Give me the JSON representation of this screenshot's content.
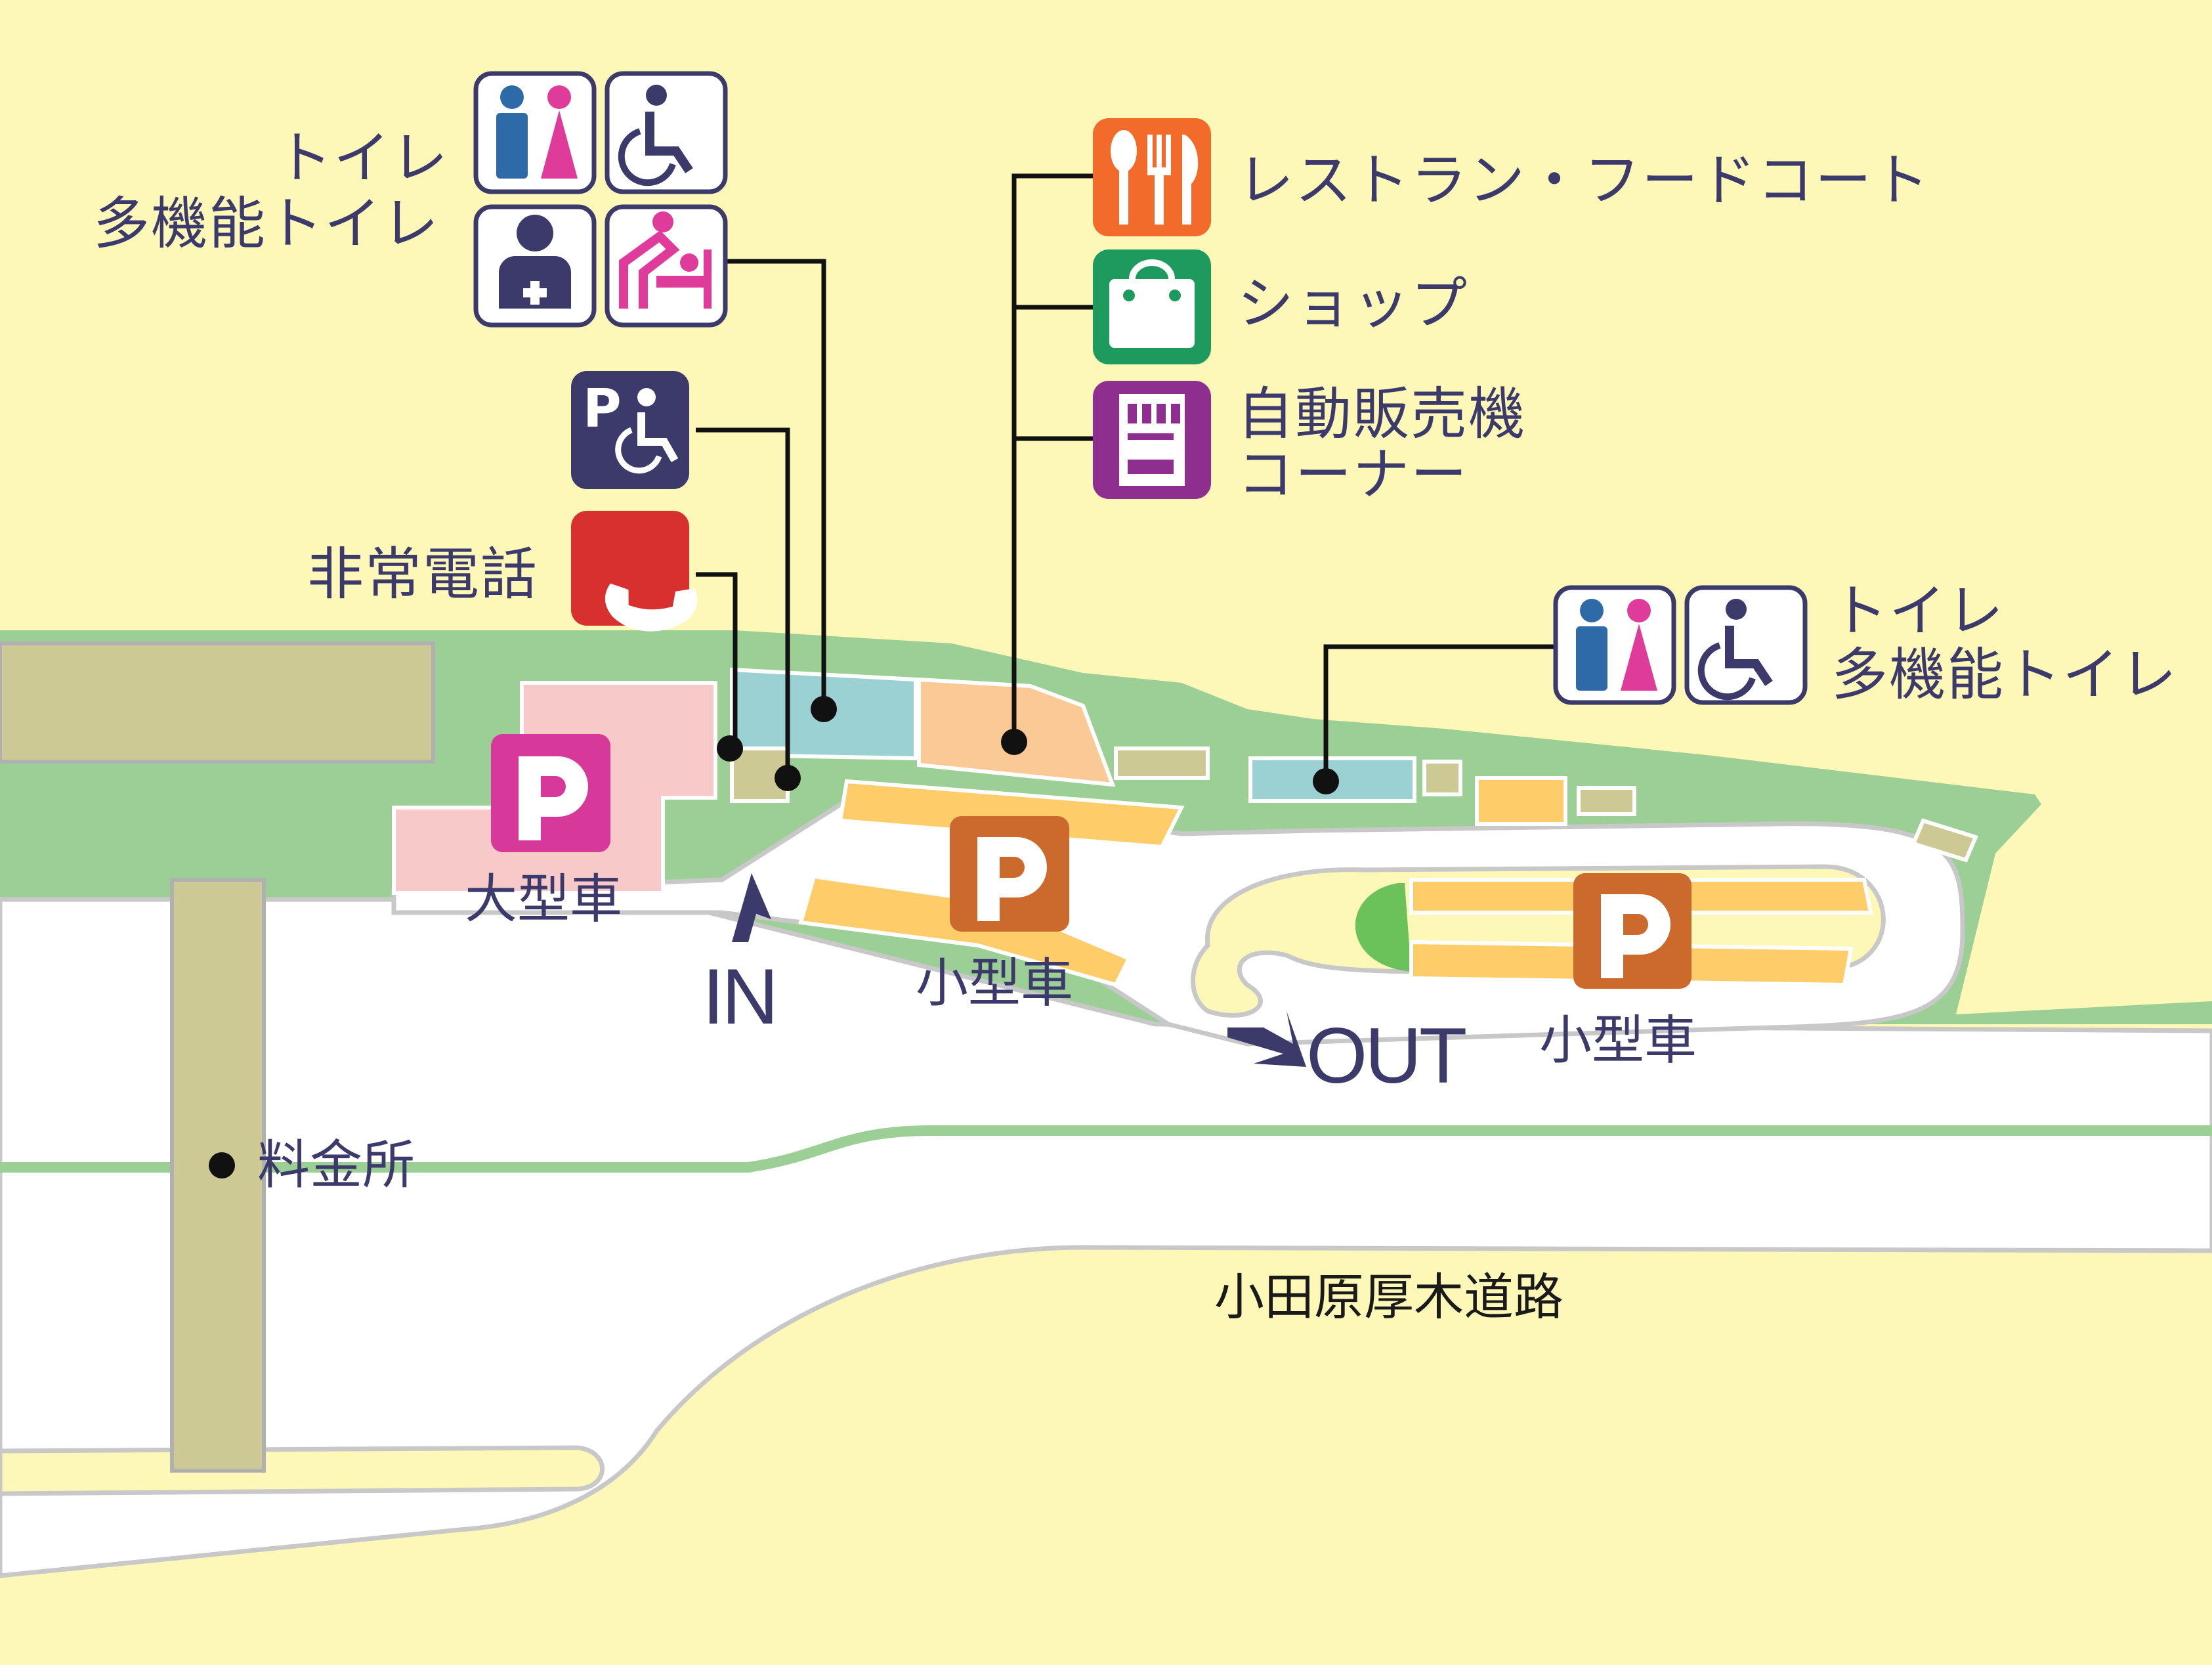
{
  "map": {
    "road_name": "小田原厚木道路",
    "tollgate": "料金所",
    "entrance": "IN",
    "exit": "OUT"
  },
  "parking": {
    "large_vehicles": "大型車",
    "small_vehicles_center": "小型車",
    "small_vehicles_east": "小型車",
    "p_symbol": "P"
  },
  "legend": {
    "toilet_group_west": {
      "line1": "トイレ",
      "line2": "多機能トイレ"
    },
    "toilet_group_east": {
      "line1": "トイレ",
      "line2": "多機能トイレ"
    },
    "restaurant": "レストラン・フードコート",
    "shop": "ショップ",
    "vending": {
      "line1": "自動販売機",
      "line2": "コーナー"
    },
    "emergency_phone": "非常電話"
  },
  "icons": {
    "toilet": "restroom-icon",
    "accessible_toilet": "wheelchair-icon",
    "first_aid": "first-aid-icon",
    "baby_changing": "baby-changing-icon",
    "accessible_parking": "accessible-parking-icon",
    "phone": "emergency-phone-icon",
    "restaurant": "fork-knife-spoon-icon",
    "shop": "shopping-bag-icon",
    "vending": "vending-machine-icon"
  },
  "colors": {
    "background": "#fdf7b8",
    "green_area": "#9ccf96",
    "road": "#ffffff",
    "road_edge": "#c8c8c8",
    "navy": "#3b3a6b",
    "large_parking": "#e23e96",
    "small_parking": "#cc6a2e",
    "restaurant": "#f26b2a",
    "shop": "#1f9a5e",
    "vending": "#8e2f8f",
    "phone": "#d8302f",
    "toilet_male": "#2f6aa8",
    "toilet_female": "#df3b9a"
  }
}
